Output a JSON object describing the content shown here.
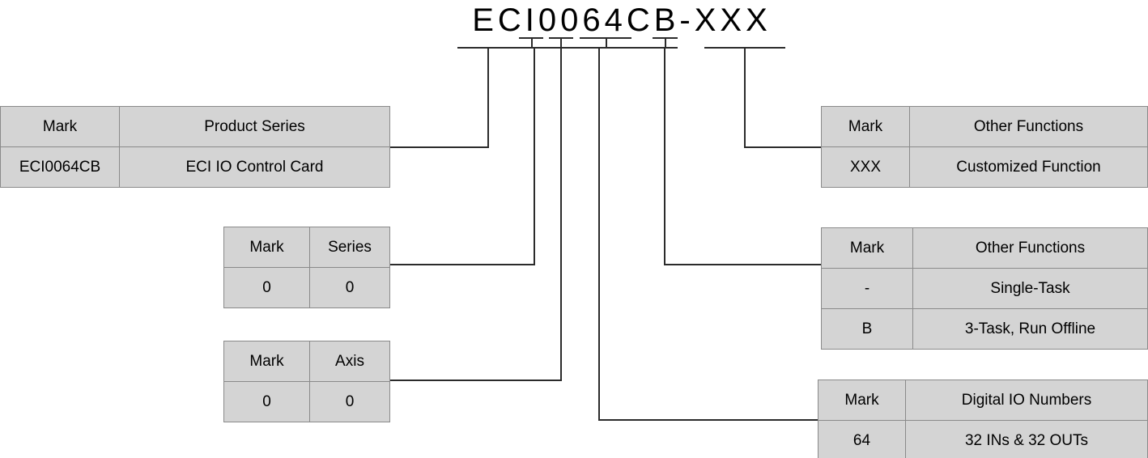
{
  "part_number": {
    "text": "ECI0064CB-XXX",
    "segments": [
      "ECI",
      "0",
      "0",
      "64",
      "C",
      "B",
      "-",
      "XXX"
    ]
  },
  "colors": {
    "cell_fill": "#d4d4d4",
    "cell_border": "#8a8a8a",
    "line": "#2b2b2b",
    "text": "#000000",
    "background": "#ffffff"
  },
  "tables": {
    "product_series": {
      "headers": [
        "Mark",
        "Product Series"
      ],
      "rows": [
        [
          "ECI0064CB",
          "ECI IO Control Card"
        ]
      ]
    },
    "series": {
      "headers": [
        "Mark",
        "Series"
      ],
      "rows": [
        [
          "0",
          "0"
        ]
      ]
    },
    "axis": {
      "headers": [
        "Mark",
        "Axis"
      ],
      "rows": [
        [
          "0",
          "0"
        ]
      ]
    },
    "other_functions_customized": {
      "headers": [
        "Mark",
        "Other Functions"
      ],
      "rows": [
        [
          "XXX",
          "Customized Function"
        ]
      ]
    },
    "other_functions_task": {
      "headers": [
        "Mark",
        "Other Functions"
      ],
      "rows": [
        [
          "-",
          "Single-Task"
        ],
        [
          "B",
          "3-Task, Run Offline"
        ]
      ]
    },
    "digital_io": {
      "headers": [
        "Mark",
        "Digital IO Numbers"
      ],
      "rows": [
        [
          "64",
          "32 INs &  32 OUTs"
        ]
      ]
    }
  }
}
